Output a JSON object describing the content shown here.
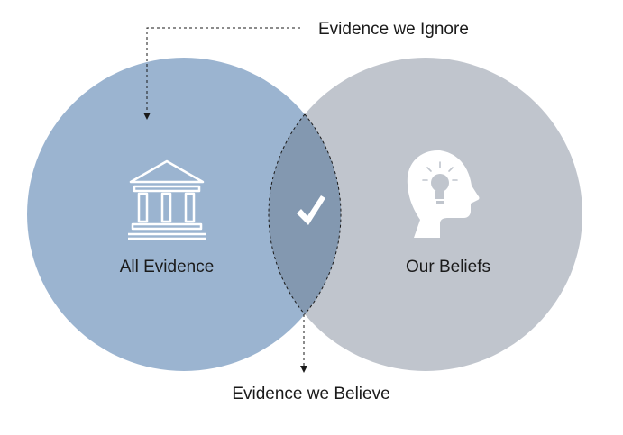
{
  "labels": {
    "ignore": "Evidence we Ignore",
    "all_evidence": "All Evidence",
    "our_beliefs": "Our Beliefs",
    "believe": "Evidence we Believe"
  },
  "colors": {
    "evidence_circle": "#9bb4d0",
    "beliefs_circle": "#c0c5cd",
    "intersection": "#8398b0",
    "icon": "#ffffff",
    "arrow": "#1a1a1a"
  },
  "icons": {
    "all_evidence": "courthouse-icon",
    "our_beliefs": "head-lightbulb-icon",
    "intersection": "checkmark-icon"
  }
}
